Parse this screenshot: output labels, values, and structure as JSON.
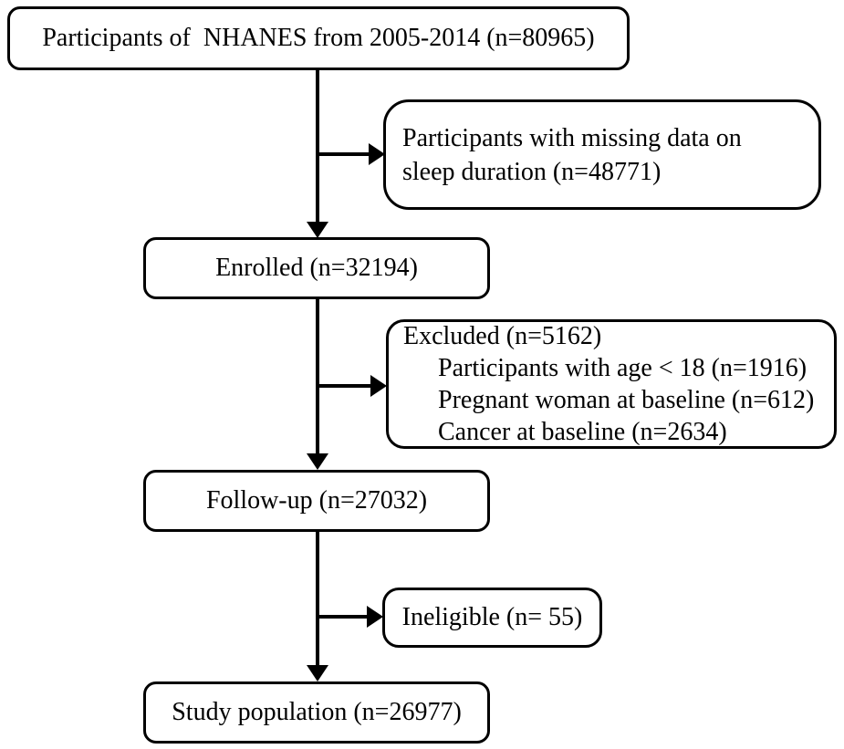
{
  "diagram": {
    "nodes": {
      "nhanes": {
        "label": "Participants of  NHANES from 2005-2014 (n=80965)"
      },
      "missing": {
        "lines": [
          "Participants with missing data on",
          "sleep duration (n=48771)"
        ]
      },
      "enrolled": {
        "label": "Enrolled (n=32194)"
      },
      "excluded": {
        "title": "Excluded (n=5162)",
        "items": [
          "Participants with age < 18 (n=1916)",
          "Pregnant woman at baseline (n=612)",
          "Cancer at baseline (n=2634)"
        ]
      },
      "followup": {
        "label": "Follow-up (n=27032)"
      },
      "ineligible": {
        "label": "Ineligible (n= 55)"
      },
      "study": {
        "label": "Study population (n=26977)"
      }
    },
    "colors": {
      "stroke": "#000000",
      "text": "#000000",
      "background": "#ffffff"
    }
  }
}
